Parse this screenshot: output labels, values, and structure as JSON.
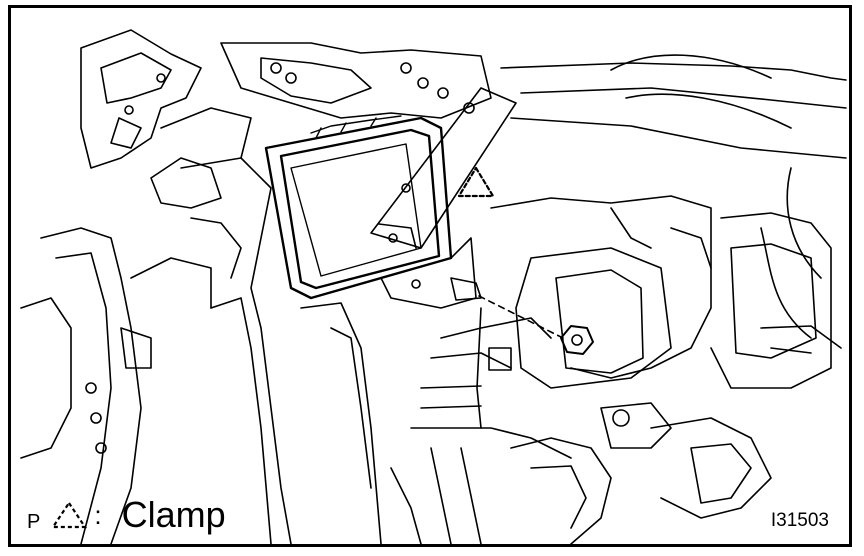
{
  "legend": {
    "prefix": "P",
    "separator": ":",
    "label": "Clamp"
  },
  "reference_code": "I31503",
  "icons": {
    "clamp_marker": "dashed-triangle-icon"
  },
  "colors": {
    "line": "#000000",
    "background": "#ffffff"
  }
}
